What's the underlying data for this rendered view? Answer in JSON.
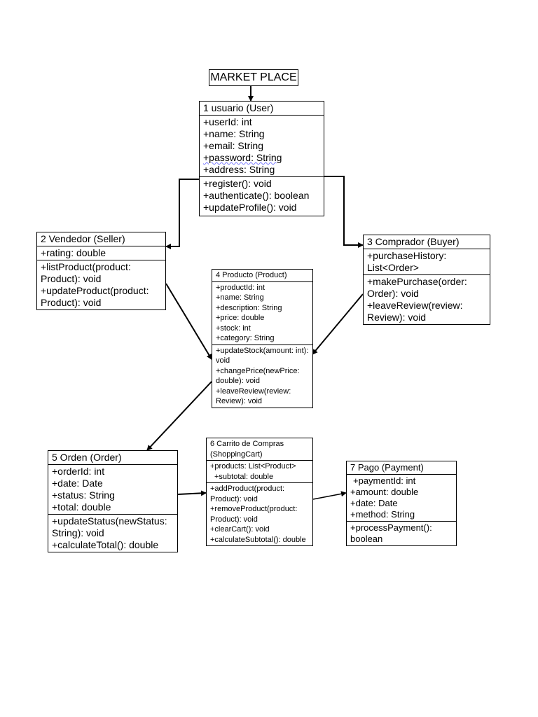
{
  "title": "MARKET PLACE",
  "classes": {
    "user": {
      "header": "1 usuario (User)",
      "attributes": [
        "+userId: int",
        "+name: String",
        "+email: String",
        "+password: String",
        "+address: String"
      ],
      "methods": [
        "+register(): void",
        "+authenticate(): boolean",
        "+updateProfile(): void"
      ]
    },
    "seller": {
      "header": "2 Vendedor (Seller)",
      "attributes": [
        "+rating: double"
      ],
      "methods": [
        "+listProduct(product: Product): void",
        "+updateProduct(product: Product): void"
      ]
    },
    "buyer": {
      "header": "3 Comprador (Buyer)",
      "attributes": [
        "+purchaseHistory: List<Order>"
      ],
      "methods": [
        "+makePurchase(order: Order): void",
        "+leaveReview(review: Review): void"
      ]
    },
    "product": {
      "header": "4 Producto (Product)",
      "attributes": [
        "+productId: int",
        "+name: String",
        "+description: String",
        "+price: double",
        "+stock: int",
        "+category: String"
      ],
      "methods": [
        "+updateStock(amount: int): void",
        "+changePrice(newPrice: double): void",
        "+leaveReview(review: Review): void"
      ]
    },
    "order": {
      "header": "5 Orden (Order)",
      "attributes": [
        "+orderId: int",
        "+date: Date",
        "+status: String",
        "+total: double"
      ],
      "methods": [
        "+updateStatus(newStatus: String): void",
        "+calculateTotal(): double"
      ]
    },
    "cart": {
      "header": "6 Carrito de Compras (ShoppingCart)",
      "attributes": [
        "+products: List<Product>",
        "+subtotal: double"
      ],
      "methods": [
        "+addProduct(product: Product): void",
        "+removeProduct(product: Product): void",
        "+clearCart(): void",
        "+calculateSubtotal(): double"
      ]
    },
    "payment": {
      "header": "7 Pago (Payment)",
      "attributes": [
        "+paymentId: int",
        "+amount: double",
        "+date: Date",
        "+method: String"
      ],
      "methods": [
        "+processPayment(): boolean"
      ]
    }
  }
}
